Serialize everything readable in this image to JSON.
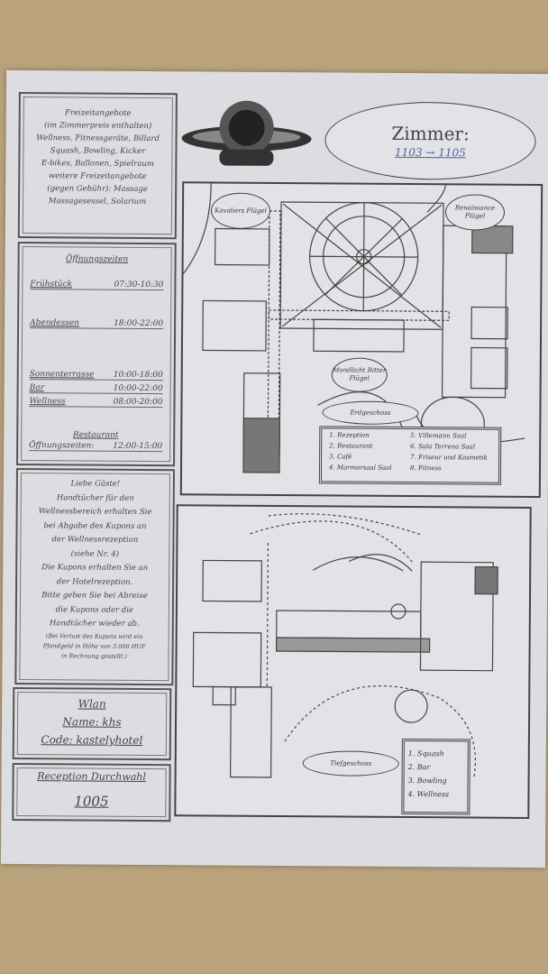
{
  "facilities": {
    "lines": [
      "Freizeitangebote",
      "(im Zimmerpreis enthalten)",
      "Wellness, Fitnessgeräte, Billard",
      "Squash, Bowling, Kicker",
      "E-bikes, Ballonen, Spielraum",
      "weitere Freizeitangebote",
      "(gegen Gebühr): Massage",
      "Massagesessel, Solarium"
    ]
  },
  "hours": {
    "title": "Öffnungszeiten",
    "items": [
      {
        "label": "Frühstück",
        "time": "07:30-10:30"
      },
      {
        "label": "Abendessen",
        "time": "18:00-22:00"
      },
      {
        "label": "Sonnenterrasse",
        "time": "10:00-18:00"
      },
      {
        "label": "Bar",
        "time": "10:00-22:00"
      },
      {
        "label": "Wellness",
        "time": "08:00-20:00"
      }
    ],
    "restaurant_title": "Restaurant",
    "restaurant_label": "Öffnungszeiten:",
    "restaurant_time": "12:00-15:00"
  },
  "notice": {
    "lines": [
      "Liebe Gäste!",
      "Handtücher für den",
      "Wellnessbereich erhalten Sie",
      "bei Abgabe des Kupons an",
      "der Wellnessrezeption",
      "(siehe Nr. 4)",
      "Die Kupons erhalten Sie an",
      "der Hotelrezeption.",
      "Bitte geben Sie bei Abreise",
      "die Kupons oder die",
      "Handtücher wieder ab."
    ],
    "footnote": [
      "(Bei Verlust des Kupons wird ein",
      "Pfandgeld in Höhe von 3.000 HUF",
      "in Rechnung gestellt.)"
    ]
  },
  "wifi": {
    "title": "Wlan",
    "name": "Name: khs",
    "code": "Code: kastelyhotel"
  },
  "reception": {
    "label": "Reception Durchwahl",
    "number": "1005"
  },
  "room": {
    "label": "Zimmer:",
    "value": "1103 → 1105"
  },
  "map_upper": {
    "hills": [
      "Kavaliers Flügel",
      "Renaissance Flügel",
      "Mondlicht Ritter Flügel"
    ],
    "floor": "Erdgeschoss",
    "legend": [
      "1. Rezeption",
      "2. Restaurant",
      "3. Café",
      "4. Marmorsaal Saal",
      "5. Villemann Saal",
      "6. Sala Terrena Saal",
      "7. Friseur und Kosmetik",
      "8. Fitness"
    ]
  },
  "map_lower": {
    "floor": "Tiefgeschoss",
    "legend": [
      "1. Squash",
      "2. Bar",
      "3. Bowling",
      "4. Wellness"
    ]
  }
}
